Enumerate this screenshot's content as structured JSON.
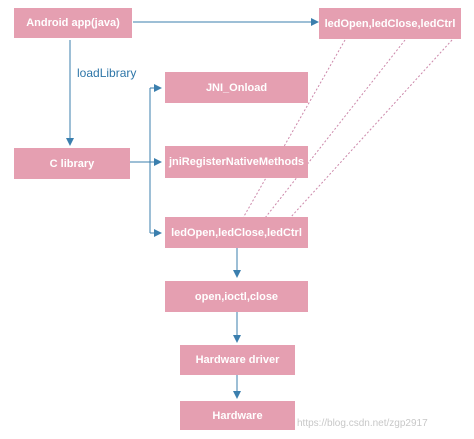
{
  "nodes": {
    "android_app": "Android app(java)",
    "led_top": "ledOpen,ledClose,ledCtrl",
    "jni_onload": "JNI_Onload",
    "c_library": "C library",
    "jni_register": "jniRegisterNativeMethods",
    "led_mid": "ledOpen,ledClose,ledCtrl",
    "open_ioctl": "open,ioctl,close",
    "hw_driver": "Hardware driver",
    "hardware": "Hardware"
  },
  "edge_labels": {
    "load_library": "loadLibrary"
  },
  "watermark": "https://blog.csdn.net/zgp2917",
  "colors": {
    "node_fill": "#e59fb1",
    "node_text": "#ffffff",
    "arrow": "#3b7fae",
    "dotted": "#cc88aa",
    "label": "#2e76a8"
  }
}
